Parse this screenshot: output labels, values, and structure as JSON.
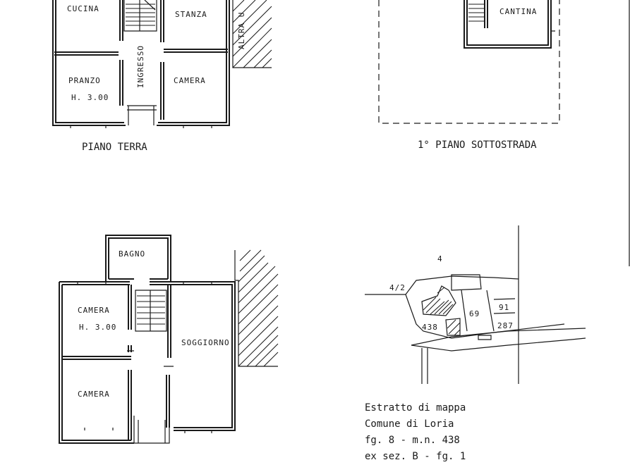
{
  "plans": {
    "ground": {
      "title": "PIANO TERRA",
      "rooms": {
        "cucina": "CUCINA",
        "stanza": "STANZA",
        "pranzo": "PRANZO",
        "pranzo_height": "H. 3.00",
        "camera": "CAMERA",
        "ingresso": "INGRESSO",
        "side_note": "ALTRA U"
      }
    },
    "basement": {
      "title": "1° PIANO SOTTOSTRADA",
      "rooms": {
        "cantina": "CANTINA"
      }
    },
    "first": {
      "rooms": {
        "bagno": "BAGNO",
        "camera1": "CAMERA",
        "camera1_height": "H. 3.00",
        "soggiorno": "SOGGIORNO",
        "camera2": "CAMERA"
      }
    }
  },
  "map": {
    "labels": {
      "l1": "4",
      "l2": "4/2",
      "l3": "69",
      "l4": "91",
      "l5": "438",
      "l6": "287"
    },
    "caption": [
      "Estratto di mappa",
      "Comune di Loria",
      "fg. 8 - m.n. 438",
      "ex sez. B - fg. 1"
    ]
  },
  "colors": {
    "ink": "#1a1a1a",
    "paper": "#ffffff"
  }
}
